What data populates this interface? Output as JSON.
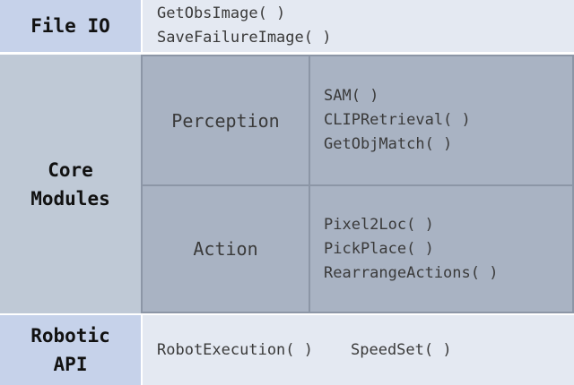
{
  "rows": {
    "file_io": {
      "label": "File IO",
      "functions": [
        "GetObsImage( )",
        "SaveFailureImage( )"
      ]
    },
    "core_modules": {
      "label_line1": "Core",
      "label_line2": "Modules",
      "perception": {
        "label": "Perception",
        "functions": [
          "SAM( )",
          "CLIPRetrieval( )",
          "GetObjMatch( )"
        ]
      },
      "action": {
        "label": "Action",
        "functions": [
          "Pixel2Loc( )",
          "PickPlace( )",
          "RearrangeActions( )"
        ]
      }
    },
    "robotic_api": {
      "label_line1": "Robotic",
      "label_line2": "API",
      "functions": [
        "RobotExecution( )",
        "SpeedSet( )"
      ]
    }
  },
  "colors": {
    "header_light": "#c6d2ea",
    "body_light": "#e4e9f2",
    "core_label": "#bfc9d6",
    "core_body": "#a9b3c3"
  }
}
